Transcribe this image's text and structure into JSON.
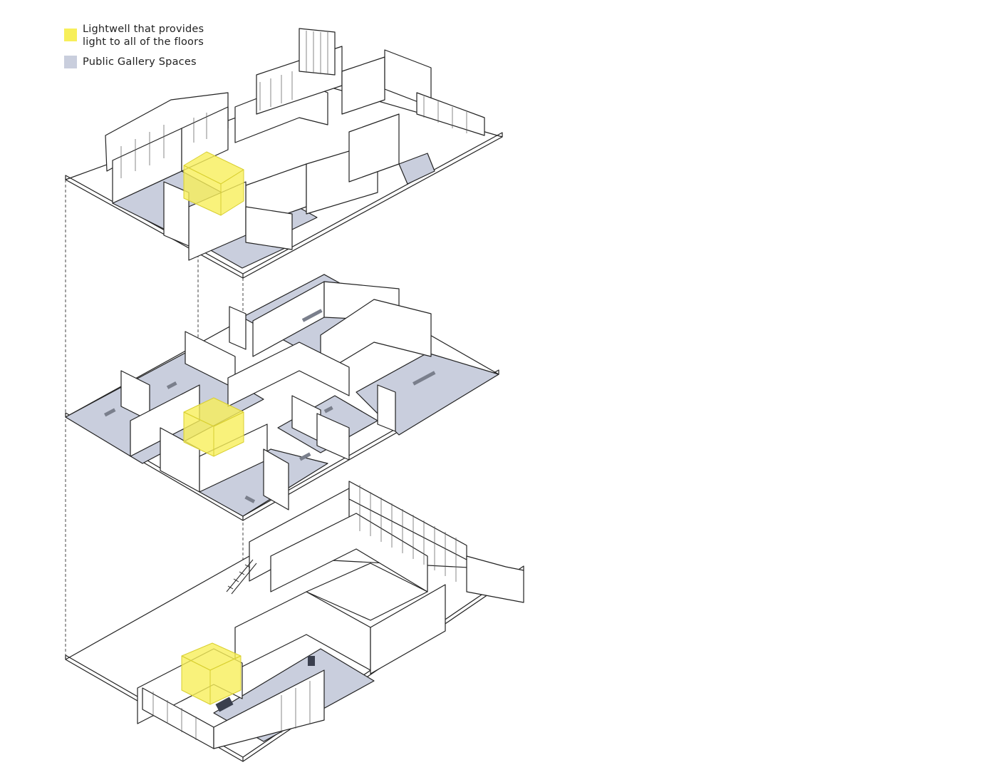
{
  "legend": {
    "items": [
      {
        "label": "Lightwell that provides\nlight to all of the floors",
        "color": "#f7ef5a"
      },
      {
        "label": "Public Gallery Spaces",
        "color": "#c9cedd"
      }
    ]
  },
  "floors": [
    {
      "name": "upper-floor"
    },
    {
      "name": "middle-floor"
    },
    {
      "name": "ground-floor"
    }
  ],
  "colors": {
    "gallery": "#c9cedd",
    "lightwell": "#f7ef5a",
    "line": "#222222",
    "floor_fill": "#ffffff"
  }
}
